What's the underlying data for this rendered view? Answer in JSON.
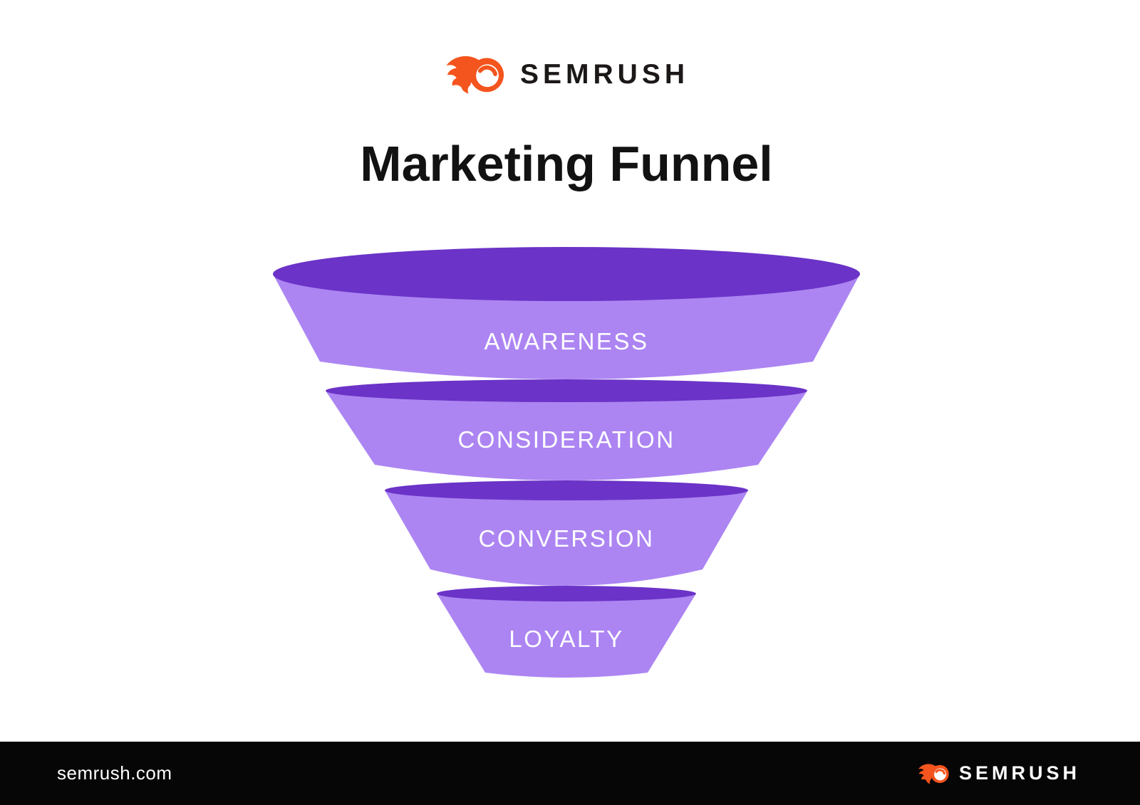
{
  "header": {
    "brand": "SEMRUSH"
  },
  "title": "Marketing Funnel",
  "funnel": {
    "stages": [
      {
        "label": "AWARENESS"
      },
      {
        "label": "CONSIDERATION"
      },
      {
        "label": "CONVERSION"
      },
      {
        "label": "LOYALTY"
      }
    ]
  },
  "footer": {
    "website": "semrush.com",
    "brand": "SEMRUSH"
  },
  "colors": {
    "funnel_top": "#6B33C7",
    "funnel_body": "#AC85F2",
    "brand_orange": "#F4541D",
    "title_text": "#121212",
    "label_text": "#FFFFFF",
    "footer_background": "#060606",
    "footer_text": "#FFFFFF"
  }
}
